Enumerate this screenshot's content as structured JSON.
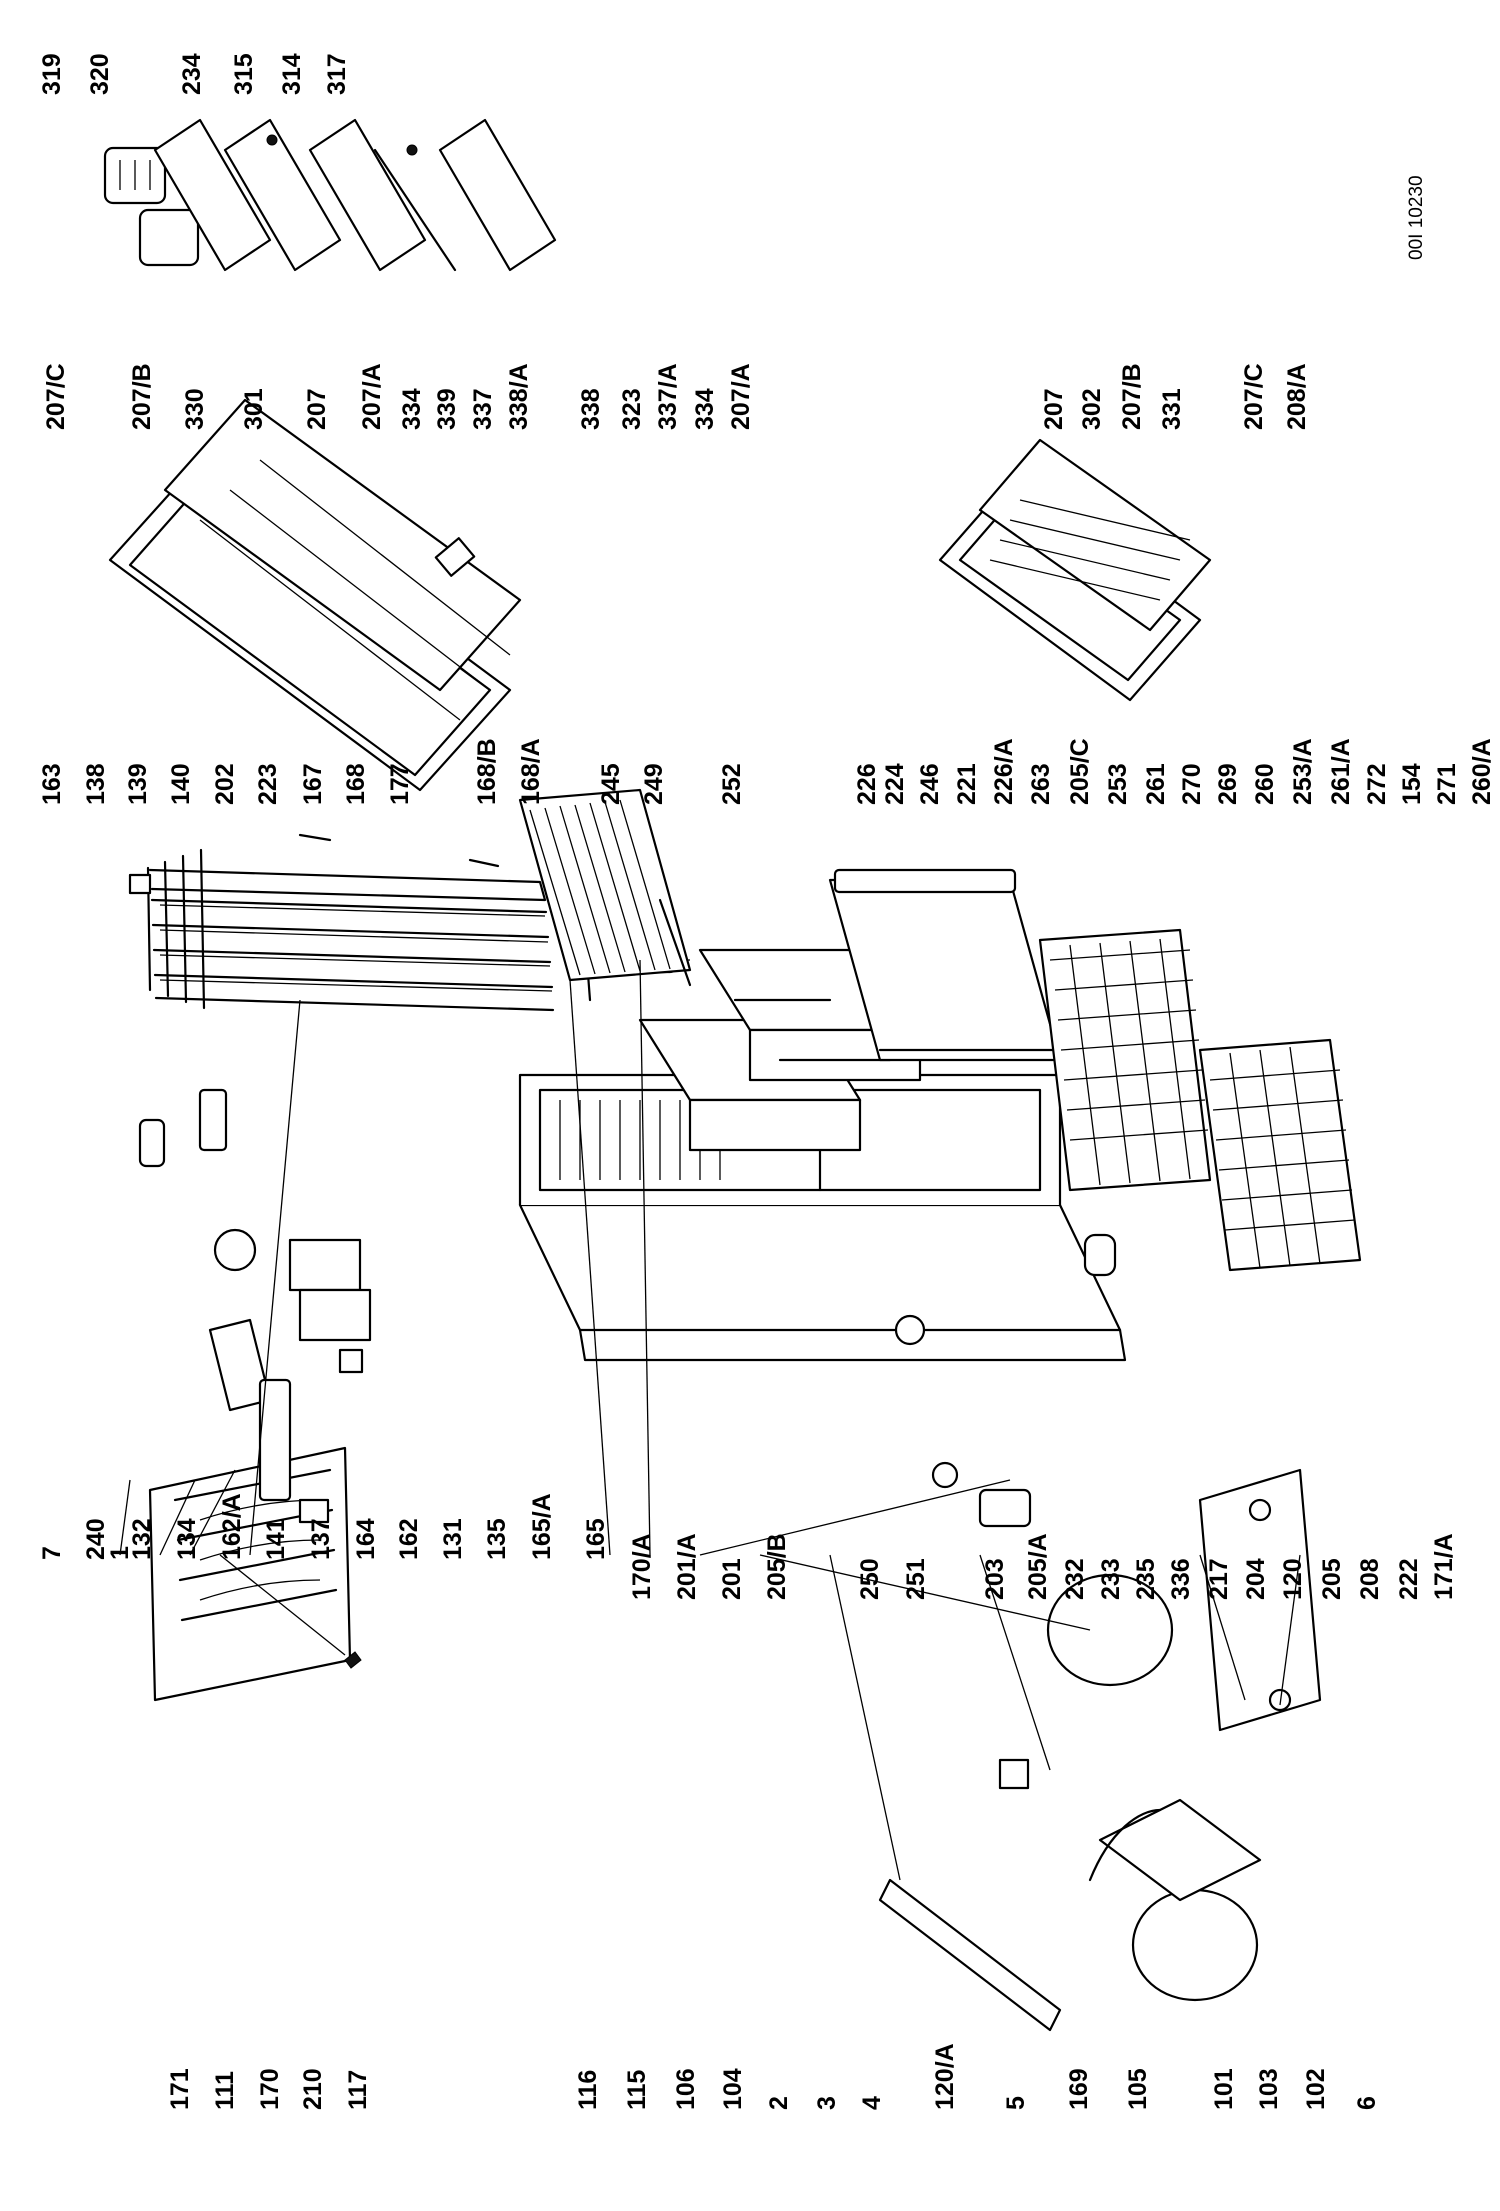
{
  "diagram": {
    "reference_code": "00I 10230",
    "labels": {
      "left_column": [
        "171",
        "111",
        "170",
        "210",
        "117",
        "116",
        "115",
        "106",
        "104",
        "2",
        "3",
        "4",
        "120/A",
        "5",
        "169",
        "105",
        "101",
        "103",
        "102",
        "6"
      ],
      "middle_column": [
        "1",
        "7",
        "240",
        "132",
        "134",
        "162/A",
        "141",
        "137",
        "164",
        "162",
        "131",
        "135",
        "165/A",
        "165",
        "170/A",
        "201/A",
        "201",
        "205/B",
        "250",
        "251",
        "203",
        "205/A",
        "232",
        "233",
        "235",
        "336",
        "217",
        "204",
        "120",
        "205",
        "208",
        "222",
        "171/A"
      ],
      "parts_column": [
        "163",
        "138",
        "139",
        "140",
        "202",
        "223",
        "167",
        "168",
        "177",
        "168/B",
        "168/A",
        "245",
        "249",
        "252",
        "226",
        "224",
        "246",
        "221",
        "226/A",
        "263",
        "205/C",
        "253",
        "261",
        "270",
        "269",
        "260",
        "253/A",
        "261/A",
        "272",
        "154",
        "271",
        "260/A"
      ],
      "door_column": [
        "207/C",
        "207/B",
        "330",
        "301",
        "207",
        "207/A",
        "334",
        "339",
        "337",
        "338/A",
        "338",
        "323",
        "337/A",
        "334",
        "207/A",
        "207",
        "302",
        "207/B",
        "331",
        "207/C",
        "208/A"
      ],
      "top_right_column": [
        "319",
        "320",
        "234",
        "315",
        "314",
        "317"
      ]
    }
  }
}
